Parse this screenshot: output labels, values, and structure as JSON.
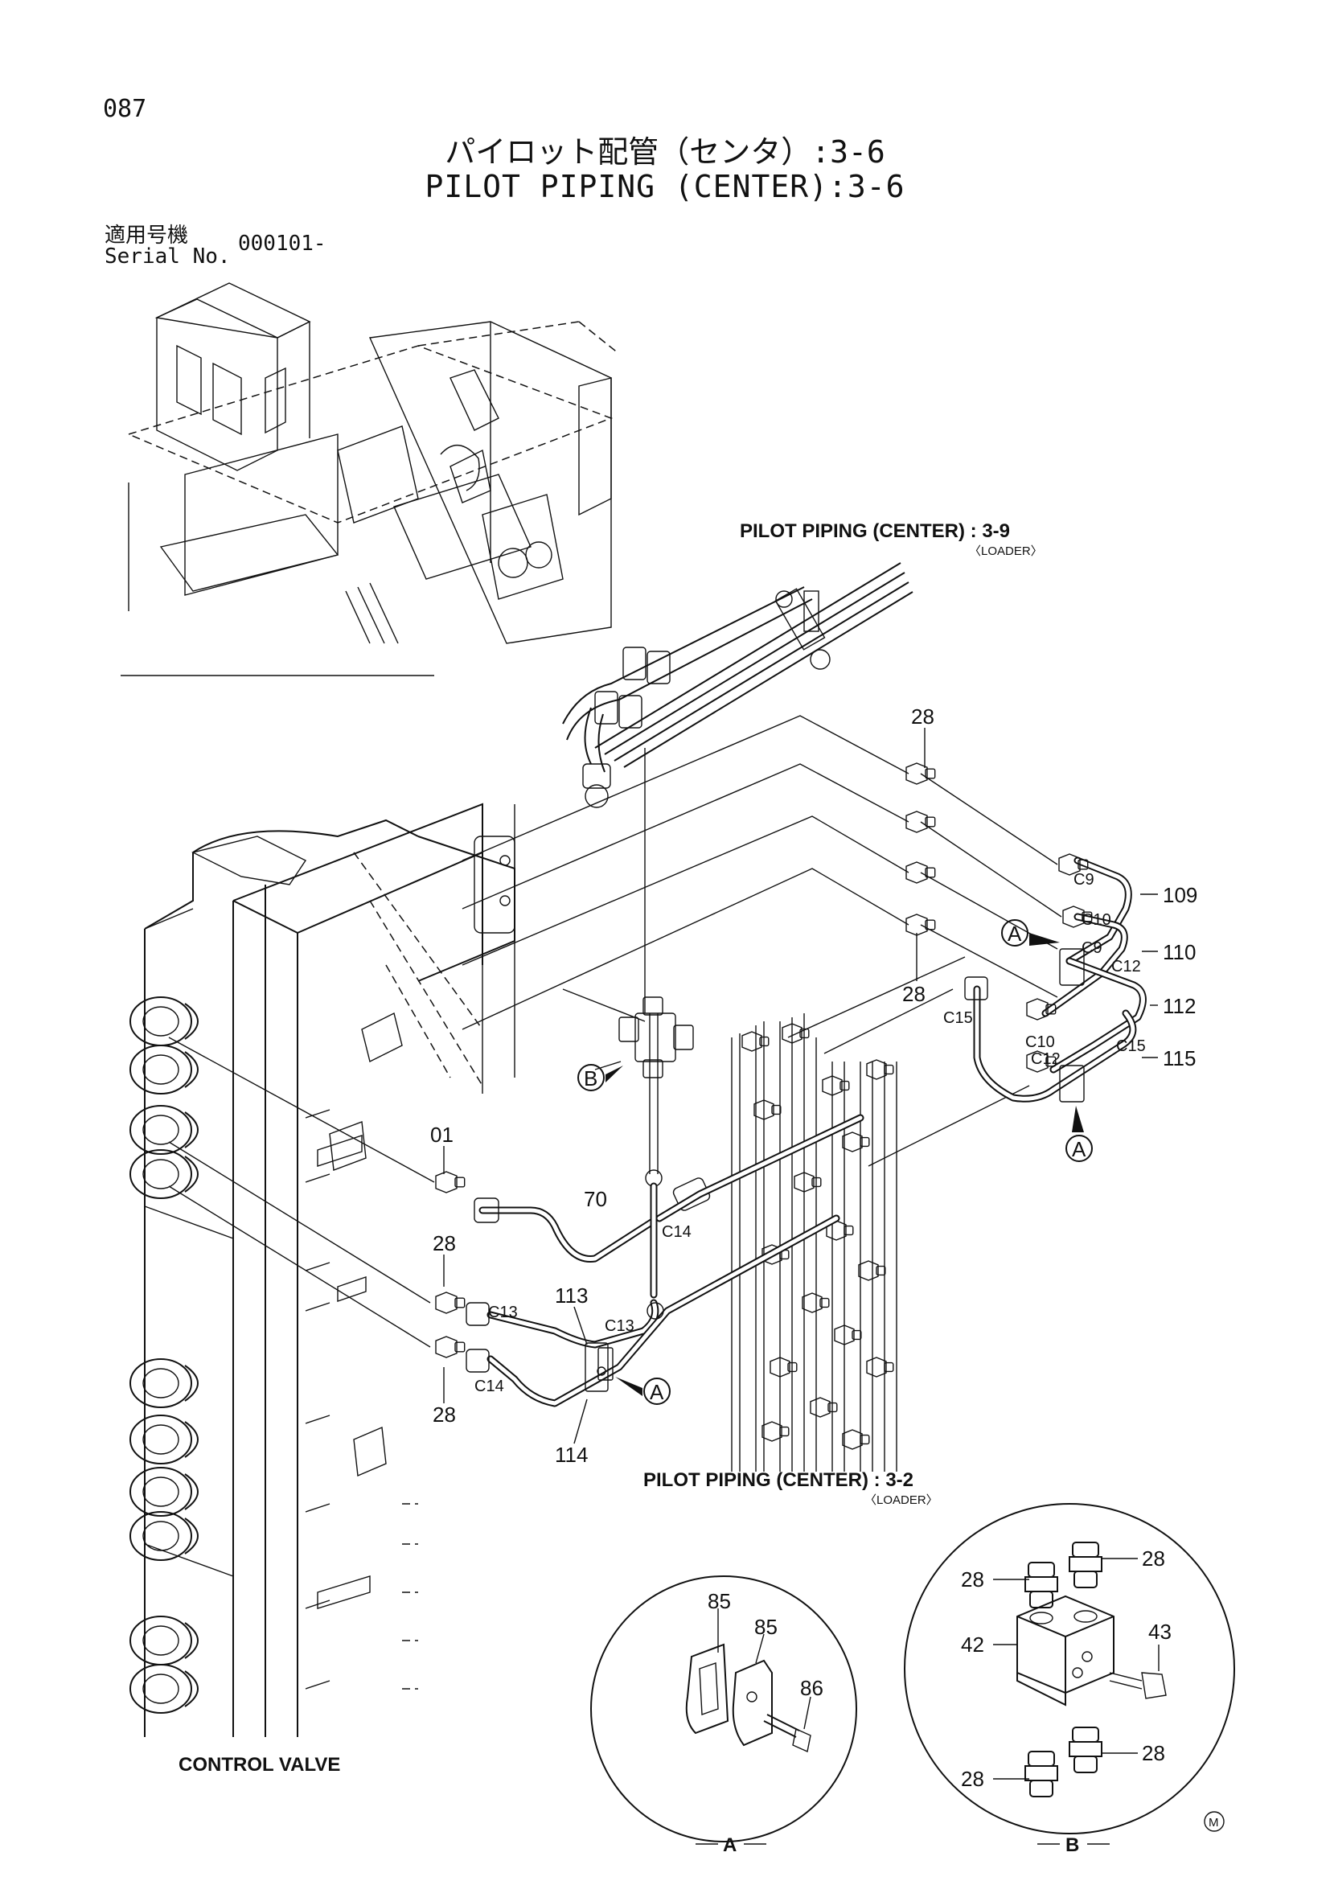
{
  "header": {
    "page_number": "087",
    "title_jp": "パイロット配管（センタ）:3-6",
    "title_en": "PILOT PIPING (CENTER):3-6",
    "serial_label_jp": "適用号機",
    "serial_label_en": "Serial No.",
    "serial_value": "000101-"
  },
  "references": {
    "top": "PILOT PIPING (CENTER) : 3-9",
    "top_sub": "〈LOADER〉",
    "bottom": "PILOT PIPING (CENTER) : 3-2",
    "bottom_sub": "〈LOADER〉",
    "control_valve": "CONTROL VALVE"
  },
  "part_labels": {
    "p28a": "28",
    "p28b": "28",
    "p28c": "28",
    "p28d": "28",
    "p01": "01",
    "p70": "70",
    "p109": "109",
    "p110": "110",
    "p112": "112",
    "p115": "115",
    "p113": "113",
    "p114": "114"
  },
  "port_labels": {
    "c9a": "C9",
    "c10a": "C10",
    "c9b": "C9",
    "c12a": "C12",
    "c15a": "C15",
    "c10b": "C10",
    "c15b": "C15",
    "c12b": "C12",
    "c14a": "C14",
    "c13a": "C13",
    "c13b": "C13",
    "c14b": "C14"
  },
  "callouts": {
    "a1": "A",
    "a2": "A",
    "a3": "A",
    "b1": "B"
  },
  "detail_a": {
    "label": "A",
    "parts": [
      "85",
      "85",
      "86"
    ]
  },
  "detail_b": {
    "label": "B",
    "parts": [
      "28",
      "28",
      "43",
      "42",
      "28",
      "28"
    ]
  },
  "mark": "M"
}
